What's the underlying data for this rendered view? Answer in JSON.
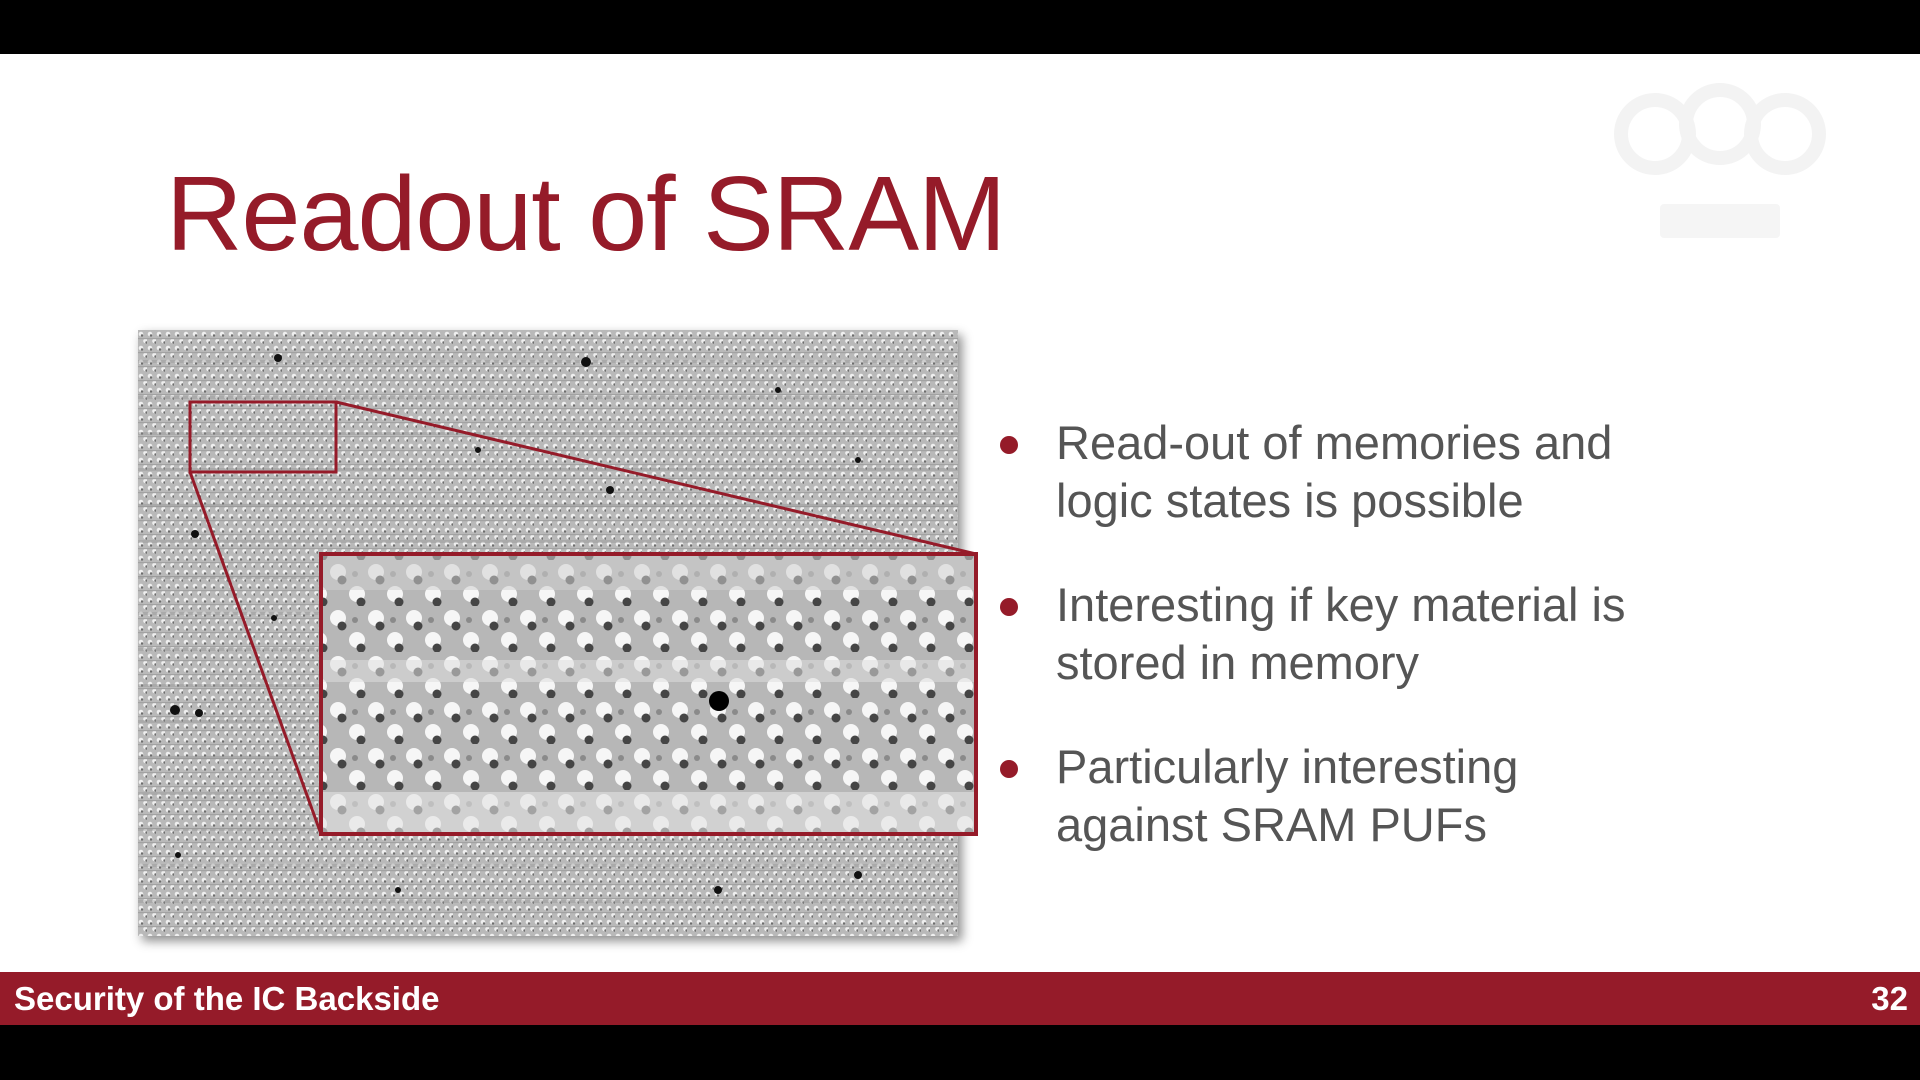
{
  "slide": {
    "title": "Readout of SRAM",
    "bullets": [
      {
        "line1": "Read-out of memories and",
        "line2": "logic states is possible"
      },
      {
        "line1": "Interesting if key material is",
        "line2": "stored in memory"
      },
      {
        "line1": "Particularly interesting",
        "line2": "against SRAM PUFs"
      }
    ]
  },
  "footer": {
    "title": "Security of the IC Backside",
    "page_number": "32"
  },
  "colors": {
    "accent": "#951b29",
    "bullet_text": "#555555",
    "background": "#ffffff",
    "letterbox": "#000000"
  },
  "icons": {
    "logo": "university-logo-watermark",
    "bullet": "bullet-dot-icon"
  }
}
